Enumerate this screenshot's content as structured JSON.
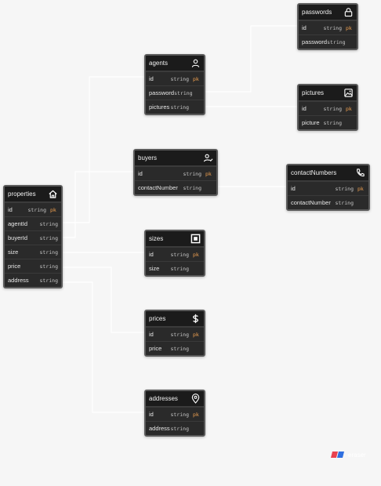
{
  "tables": {
    "properties": {
      "name": "properties",
      "icon": "home-icon",
      "fields": [
        {
          "name": "id",
          "type": "string",
          "key": "pk"
        },
        {
          "name": "agentId",
          "type": "string",
          "key": ""
        },
        {
          "name": "buyerId",
          "type": "string",
          "key": ""
        },
        {
          "name": "size",
          "type": "string",
          "key": ""
        },
        {
          "name": "price",
          "type": "string",
          "key": ""
        },
        {
          "name": "address",
          "type": "string",
          "key": ""
        }
      ]
    },
    "agents": {
      "name": "agents",
      "icon": "person-icon",
      "fields": [
        {
          "name": "id",
          "type": "string",
          "key": "pk"
        },
        {
          "name": "password",
          "type": "string",
          "key": ""
        },
        {
          "name": "pictures",
          "type": "string",
          "key": ""
        }
      ]
    },
    "passwords": {
      "name": "passwords",
      "icon": "lock-icon",
      "fields": [
        {
          "name": "id",
          "type": "string",
          "key": "pk"
        },
        {
          "name": "password",
          "type": "string",
          "key": ""
        }
      ]
    },
    "pictures": {
      "name": "pictures",
      "icon": "image-icon",
      "fields": [
        {
          "name": "id",
          "type": "string",
          "key": "pk"
        },
        {
          "name": "picture",
          "type": "string",
          "key": ""
        }
      ]
    },
    "buyers": {
      "name": "buyers",
      "icon": "user-check-icon",
      "fields": [
        {
          "name": "id",
          "type": "string",
          "key": "pk"
        },
        {
          "name": "contactNumber",
          "type": "string",
          "key": ""
        }
      ]
    },
    "contactNumbers": {
      "name": "contactNumbers",
      "icon": "phone-icon",
      "fields": [
        {
          "name": "id",
          "type": "string",
          "key": "pk"
        },
        {
          "name": "contactNumber",
          "type": "string",
          "key": ""
        }
      ]
    },
    "sizes": {
      "name": "sizes",
      "icon": "square-icon",
      "fields": [
        {
          "name": "id",
          "type": "string",
          "key": "pk"
        },
        {
          "name": "size",
          "type": "string",
          "key": ""
        }
      ]
    },
    "prices": {
      "name": "prices",
      "icon": "dollar-icon",
      "fields": [
        {
          "name": "id",
          "type": "string",
          "key": "pk"
        },
        {
          "name": "price",
          "type": "string",
          "key": ""
        }
      ]
    },
    "addresses": {
      "name": "addresses",
      "icon": "location-pin-icon",
      "fields": [
        {
          "name": "id",
          "type": "string",
          "key": "pk"
        },
        {
          "name": "address",
          "type": "string",
          "key": ""
        }
      ]
    }
  },
  "relations": [
    {
      "from": "properties.agentId",
      "to": "agents.id"
    },
    {
      "from": "properties.buyerId",
      "to": "buyers.id"
    },
    {
      "from": "properties.size",
      "to": "sizes.id"
    },
    {
      "from": "properties.price",
      "to": "prices.id"
    },
    {
      "from": "properties.address",
      "to": "addresses.id"
    },
    {
      "from": "agents.password",
      "to": "passwords.id"
    },
    {
      "from": "agents.pictures",
      "to": "pictures.id"
    },
    {
      "from": "buyers.contactNumber",
      "to": "contactNumbers.id"
    }
  ],
  "colors": {
    "background": "#f6f6f6",
    "table_body": "#2a2a2a",
    "table_header": "#1b1b1b",
    "table_border": "#5a5a5a",
    "pk_accent": "#f0a050",
    "connector": "#ffffff"
  },
  "logo": {
    "icon": "eraser-logo-icon",
    "label": "eraser"
  }
}
